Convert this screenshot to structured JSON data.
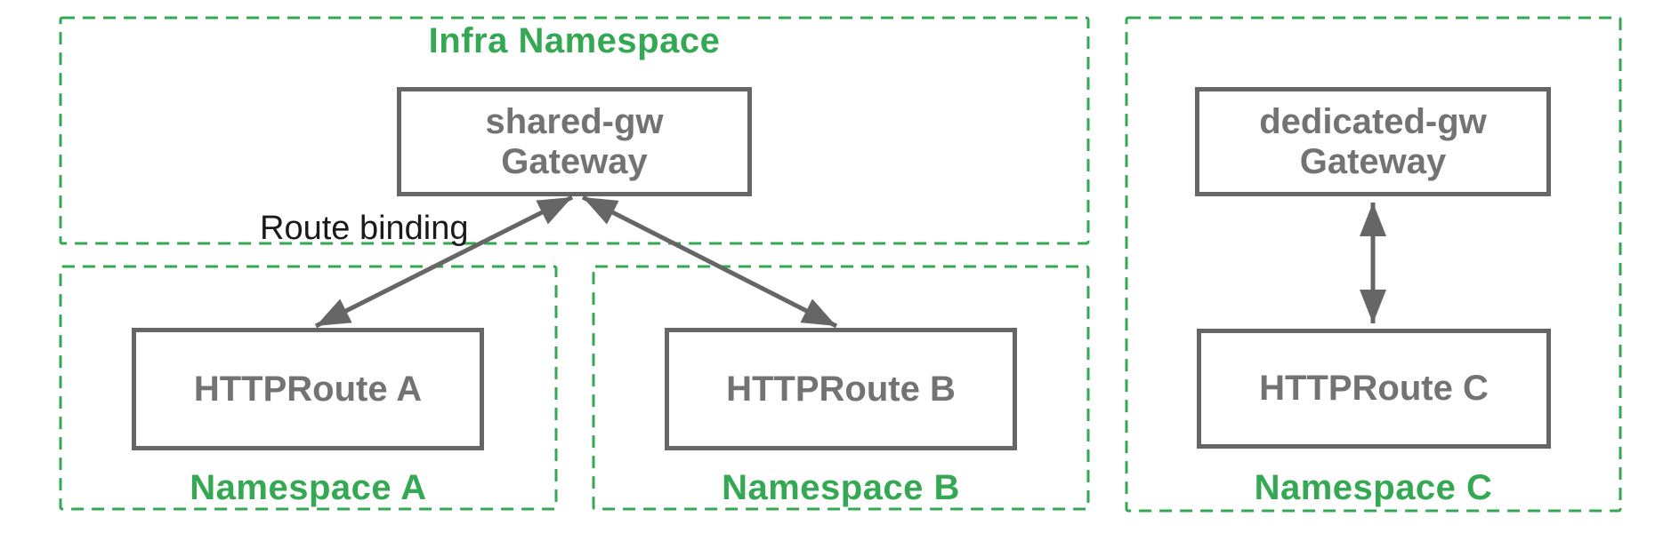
{
  "colors": {
    "namespace_green": "#34a853",
    "line_gray": "#666666",
    "node_text_gray": "#737373",
    "annotation_black": "#1a1a1a",
    "background": "#ffffff"
  },
  "namespaces": {
    "infra": {
      "label": "Infra Namespace"
    },
    "a": {
      "label": "Namespace A"
    },
    "b": {
      "label": "Namespace B"
    },
    "c": {
      "label": "Namespace C"
    }
  },
  "nodes": {
    "shared_gateway": {
      "name": "shared-gw",
      "kind": "Gateway"
    },
    "dedicated_gateway": {
      "name": "dedicated-gw",
      "kind": "Gateway"
    },
    "route_a": {
      "label": "HTTPRoute A"
    },
    "route_b": {
      "label": "HTTPRoute B"
    },
    "route_c": {
      "label": "HTTPRoute C"
    }
  },
  "annotations": {
    "route_binding_label": "Route binding"
  },
  "edges": [
    {
      "from": "HTTPRoute A",
      "to": "shared-gw Gateway",
      "label": "Route binding",
      "bidirectional": true
    },
    {
      "from": "HTTPRoute B",
      "to": "shared-gw Gateway",
      "label": "Route binding",
      "bidirectional": true
    },
    {
      "from": "HTTPRoute C",
      "to": "dedicated-gw Gateway",
      "label": "Route binding",
      "bidirectional": true
    }
  ]
}
